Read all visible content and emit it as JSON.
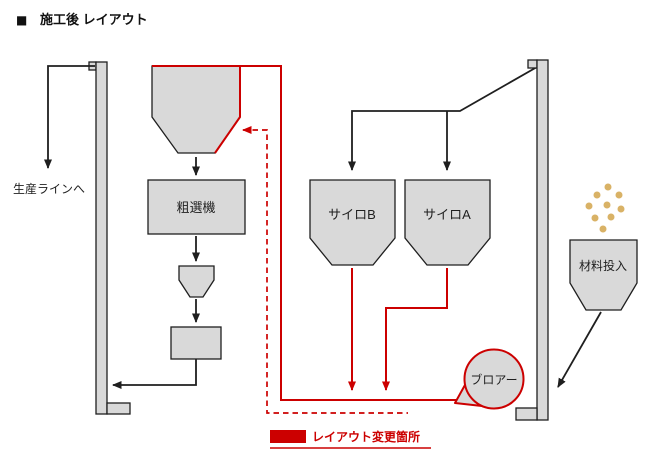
{
  "title": {
    "bullet": "■",
    "text": "施工後 レイアウト"
  },
  "diagram": {
    "nodes": {
      "production_line": "生産ラインへ",
      "coarse_sorter": "粗選機",
      "silo_b": "サイロB",
      "silo_a": "サイロA",
      "blower": "ブロアー",
      "material_input": "材料投入"
    }
  },
  "legend": {
    "label": "レイアウト変更箇所"
  },
  "colors": {
    "red": "#cc0000",
    "ink": "#1f1f1f",
    "shape-fill": "#d9d9d9",
    "material-dot": "#d9b266",
    "bg": "#ffffff"
  }
}
